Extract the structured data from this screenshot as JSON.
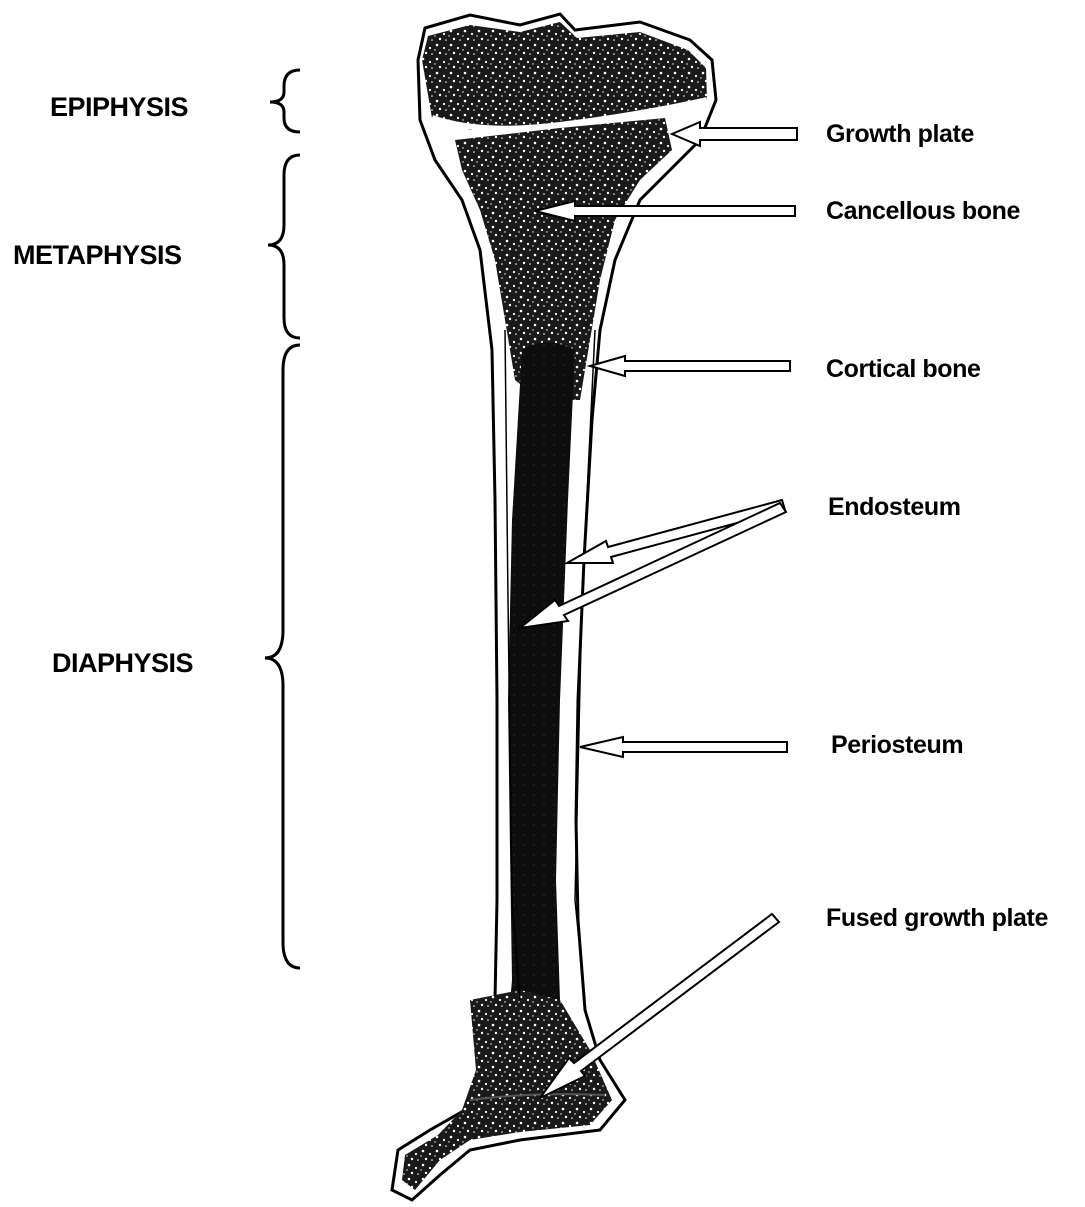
{
  "regions": {
    "epiphysis": "EPIPHYSIS",
    "metaphysis": "METAPHYSIS",
    "diaphysis": "DIAPHYSIS"
  },
  "labels": {
    "growth_plate": "Growth plate",
    "cancellous_bone": "Cancellous bone",
    "cortical_bone": "Cortical bone",
    "endosteum": "Endosteum",
    "periosteum": "Periosteum",
    "fused_growth_plate": "Fused growth plate"
  },
  "colors": {
    "ink": "#000000",
    "marrow": "#111111",
    "bone_fill": "#ffffff"
  }
}
